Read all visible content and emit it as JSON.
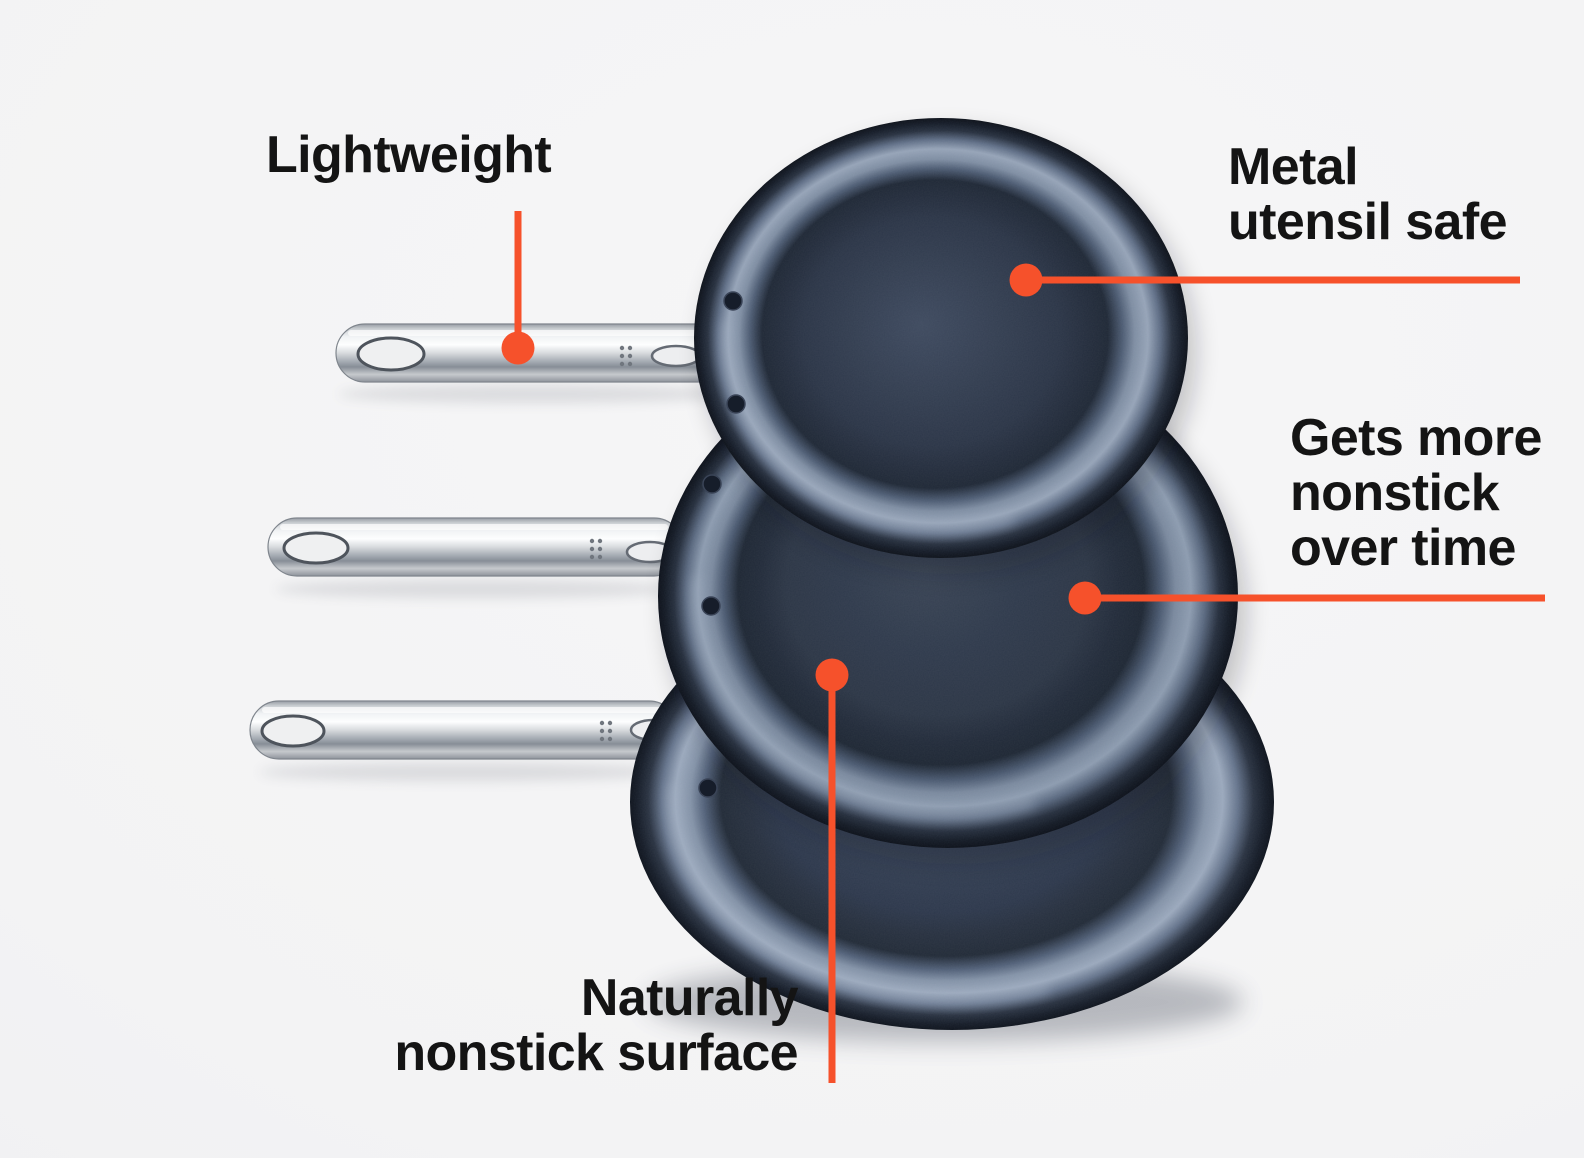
{
  "callouts": {
    "lightweight": {
      "label": "Lightweight"
    },
    "metal_utensil_safe": {
      "label": "Metal\nutensil safe"
    },
    "gets_more_nonstick": {
      "label": "Gets more\nnonstick\nover time"
    },
    "naturally_nonstick": {
      "label": "Naturally\nnonstick surface"
    }
  },
  "colors": {
    "accent": "#F6512B",
    "background": "#F3F3F4",
    "text": "#141414",
    "pan_body": "#2C3646",
    "pan_rim_highlight": "#95A3B7",
    "handle_chrome": "#E6E8EA"
  }
}
